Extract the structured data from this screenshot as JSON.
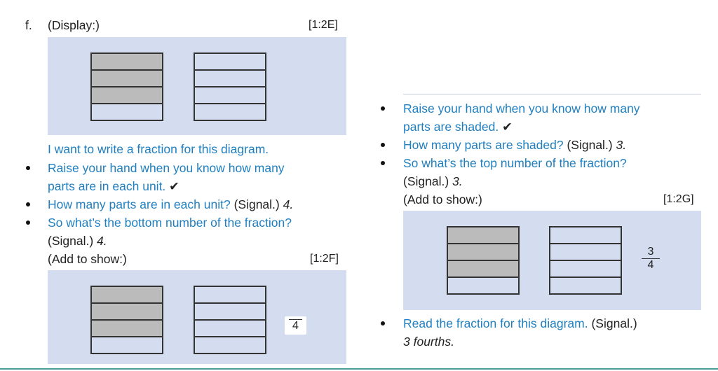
{
  "item_label": "f.",
  "left": {
    "display_label": "(Display:)",
    "ref1": "[1:2E]",
    "intro": "I want to write a fraction for this diagram.",
    "b1_line1": "Raise your hand when you know how many",
    "b1_line2": "parts are in each unit.",
    "check": "✔",
    "b2_blue": "How many parts are in each unit?",
    "b2_signal": "(Signal.)",
    "b2_answer": "4.",
    "b3_blue": "So what’s the bottom number of the fraction?",
    "b3_signal": "(Signal.)",
    "b3_answer": "4.",
    "add_label": "(Add to show:)",
    "ref2": "[1:2F]",
    "fraction2_denominator": "4"
  },
  "right": {
    "b1_line1": "Raise your hand when you know how many",
    "b1_line2": "parts are shaded.",
    "check": "✔",
    "b2_blue": "How many parts are shaded?",
    "b2_signal": "(Signal.)",
    "b2_answer": "3.",
    "b3_blue": "So what’s the top number of the fraction?",
    "b3_signal": "(Signal.)",
    "b3_answer": "3.",
    "add_label": "(Add to show:)",
    "ref3": "[1:2G]",
    "fraction3_numerator": "3",
    "fraction3_denominator": "4",
    "b4_blue": "Read the fraction for this diagram.",
    "b4_signal": "(Signal.)",
    "b4_answer": "3 fourths."
  },
  "diagram": {
    "total_parts": 4,
    "shaded_parts": 3
  },
  "colors": {
    "text_blue": "#1f7fc0",
    "panel_bg": "#d4ddf0",
    "shade": "#bbbbbb"
  }
}
